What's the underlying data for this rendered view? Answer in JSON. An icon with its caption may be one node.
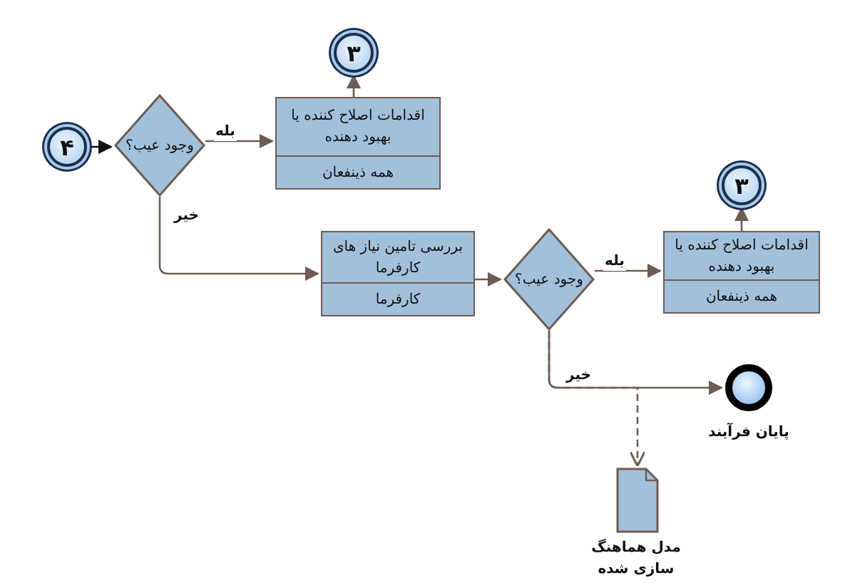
{
  "diagram": {
    "nodes": [
      {
        "text": [
          "۴"
        ]
      },
      {
        "text": [
          "وجود عیب؟"
        ]
      },
      {
        "text": [
          "اقدامات اصلاح کننده یا بهبود دهنده",
          "همه ذینفعان"
        ]
      },
      {
        "text": [
          "۳"
        ]
      },
      {
        "text": [
          "بررسی تامین نیاز های کارفرما",
          "کارفرما"
        ]
      },
      {
        "text": [
          "وجود عیب؟"
        ]
      },
      {
        "text": [
          "اقدامات اصلاح کننده یا بهبود دهنده",
          "همه ذینفعان"
        ]
      },
      {
        "text": [
          "۳"
        ]
      },
      {
        "text": [],
        "shape": "circle",
        "beside": [
          "پایان فرآیند"
        ]
      },
      {
        "text": [],
        "shape": "document",
        "beside": [
          "مدل هماهنگ سازی شده"
        ]
      }
    ],
    "edges": [
      {
        "from": 0,
        "to": 1,
        "arrow": "to",
        "color": "#111111"
      },
      {
        "from": 1,
        "to": 2,
        "arrow": "to",
        "label": "بله"
      },
      {
        "from": 2,
        "to": 3,
        "arrow": "to"
      },
      {
        "from": 1,
        "to": 4,
        "arrow": "to",
        "label": "خیر"
      },
      {
        "from": 4,
        "to": 5,
        "arrow": "to"
      },
      {
        "from": 5,
        "to": 6,
        "arrow": "to",
        "label": "بله"
      },
      {
        "from": 6,
        "to": 7,
        "arrow": "to"
      },
      {
        "from": 5,
        "to": 8,
        "arrow": "to",
        "label": "خیر"
      },
      {
        "from": 5,
        "to": 9,
        "arrow": "to",
        "style": "dashed"
      }
    ]
  }
}
